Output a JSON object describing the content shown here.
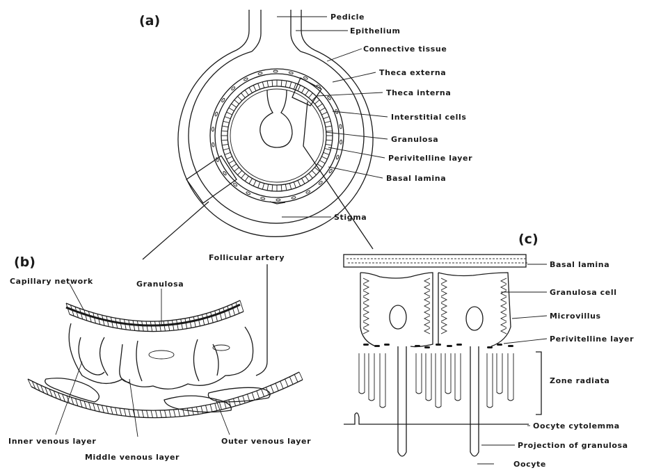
{
  "panels": {
    "a": "(a)",
    "b": "(b)",
    "c": "(c)"
  },
  "labels_a": {
    "pedicle": "Pedicle",
    "epithelium": "Epithelium",
    "connective_tissue": "Connective tissue",
    "theca_externa": "Theca externa",
    "theca_interna": "Theca interna",
    "interstitial_cells": "Interstitial cells",
    "granulosa": "Granulosa",
    "perivitelline_layer": "Perivitelline layer",
    "basal_lamina": "Basal lamina",
    "stigma": "Stigma"
  },
  "labels_b": {
    "follicular_artery": "Follicular artery",
    "capillary_network": "Capillary network",
    "granulosa": "Granulosa",
    "inner_venous_layer": "Inner venous layer",
    "middle_venous_layer": "Middle venous layer",
    "outer_venous_layer": "Outer venous layer"
  },
  "labels_c": {
    "basal_lamina": "Basal lamina",
    "granulosa_cell": "Granulosa cell",
    "microvillus": "Microvillus",
    "perivitelline_layer": "Perivitelline layer",
    "zone_radiata": "Zone radiata",
    "oocyte_cytolemma": "Oocyte cytolemma",
    "projection_of_granulosa": "Projection of granulosa",
    "oocyte": "Oocyte"
  }
}
